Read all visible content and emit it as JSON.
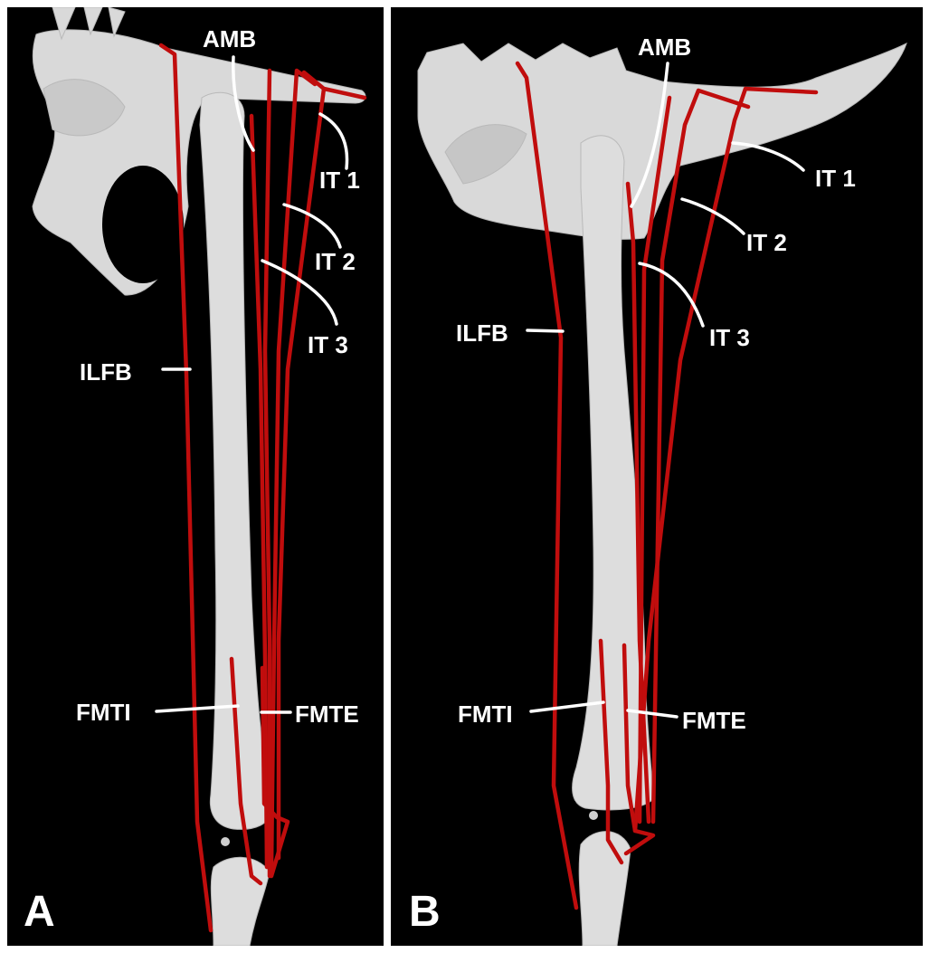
{
  "colors": {
    "background": "#000000",
    "frame": "#ffffff",
    "bone": "#dcdcdc",
    "bone_shade": "#b9b9b9",
    "muscle": "#c00d0d",
    "label": "#ffffff"
  },
  "panels": [
    {
      "letter": "A",
      "labels": {
        "amb": "AMB",
        "it1": "IT 1",
        "it2": "IT 2",
        "it3": "IT 3",
        "ilfb": "ILFB",
        "fmti": "FMTI",
        "fmte": "FMTE"
      }
    },
    {
      "letter": "B",
      "labels": {
        "amb": "AMB",
        "it1": "IT 1",
        "it2": "IT 2",
        "it3": "IT 3",
        "ilfb": "ILFB",
        "fmti": "FMTI",
        "fmte": "FMTE"
      }
    }
  ]
}
